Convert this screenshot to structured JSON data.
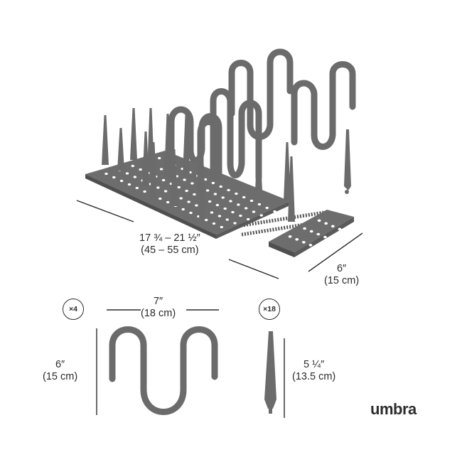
{
  "dimensions": {
    "rack_length": {
      "line1": "17 ¾ – 21 ½″",
      "line2": "(45 – 55 cm)"
    },
    "rack_width": {
      "line1": "6″",
      "line2": "(15 cm)"
    },
    "holder_width": {
      "line1": "7″",
      "line2": "(18 cm)"
    },
    "holder_height": {
      "line1": "6″",
      "line2": "(15 cm)"
    },
    "peg_height": {
      "line1": "5 ¼″",
      "line2": "(13.5 cm)"
    }
  },
  "counts": {
    "holders": "×4",
    "pegs": "×18"
  },
  "brand": "umbra",
  "colors": {
    "product": "#6b6b6b",
    "product_dark": "#555555",
    "line": "#2b2b2b"
  }
}
